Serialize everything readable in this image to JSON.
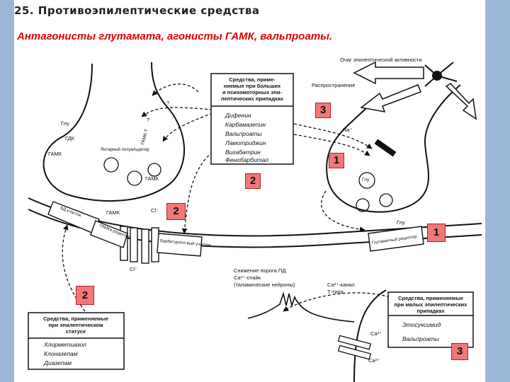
{
  "header": "25. Противоэпилептические средства",
  "subtitle": "Антагонисты глутамата, агонисты ГАМК, вальпроаты.",
  "top_box": {
    "title_lines": [
      "Средства, приме-",
      "няемые при больших",
      "и психомоторных эпи-",
      "лептических припадках"
    ],
    "drugs": [
      "Дифенин",
      "Карбамазепин",
      "Вальпроаты",
      "Ламотриджин",
      "Вигабатрин",
      "Фенобарбитал"
    ]
  },
  "status_box": {
    "title_lines": [
      "Средства, применяемые",
      "при эпилептическом",
      "статусе"
    ],
    "drugs": [
      "Хлорметиазол",
      "Клоназепам",
      "Диазепам"
    ]
  },
  "small_box": {
    "title_lines": [
      "Средства, применяемые",
      "при малых эпилептических",
      "припадках"
    ],
    "drugs": [
      "Этосуксимид",
      "Вальпроаты"
    ]
  },
  "labels": {
    "focus": "Очаг эпилептической активности",
    "spread": "Распространение",
    "na": "Na⁺",
    "glu1": "Глу",
    "gdk": "ГДК",
    "gaba1": "ГАМК",
    "gaba2": "ГАМК",
    "gaba3": "ГАМК",
    "succ": "Янтарный полуальдегид",
    "gamkt": "ГАМК-Т",
    "q1": "?",
    "q2": "?",
    "cl1": "Cl⁻",
    "cl2": "Cl⁻",
    "bd": "БД участок",
    "gaba_a": "ГАМКа рецептор",
    "barb": "Барбитурато-вый участок",
    "glu2": "Глу",
    "glu3": "Глу",
    "glu_rec": "Глутаматный рецептор",
    "threshold": "Снижение порога ПД",
    "ca_spike": "Ca²⁺-спайк",
    "thal": "(таламические нейроны)",
    "ca_chan": "Ca²⁺-канал",
    "t_type": "Т-типа",
    "ca1": "Ca²⁺",
    "ca2": "Ca²⁺"
  },
  "badges": [
    "3",
    "1",
    "2",
    "2",
    "1",
    "2",
    "3"
  ],
  "colors": {
    "background": "#9cb7d8",
    "title_red": "#e00000",
    "badge_fill": "#f07878"
  }
}
